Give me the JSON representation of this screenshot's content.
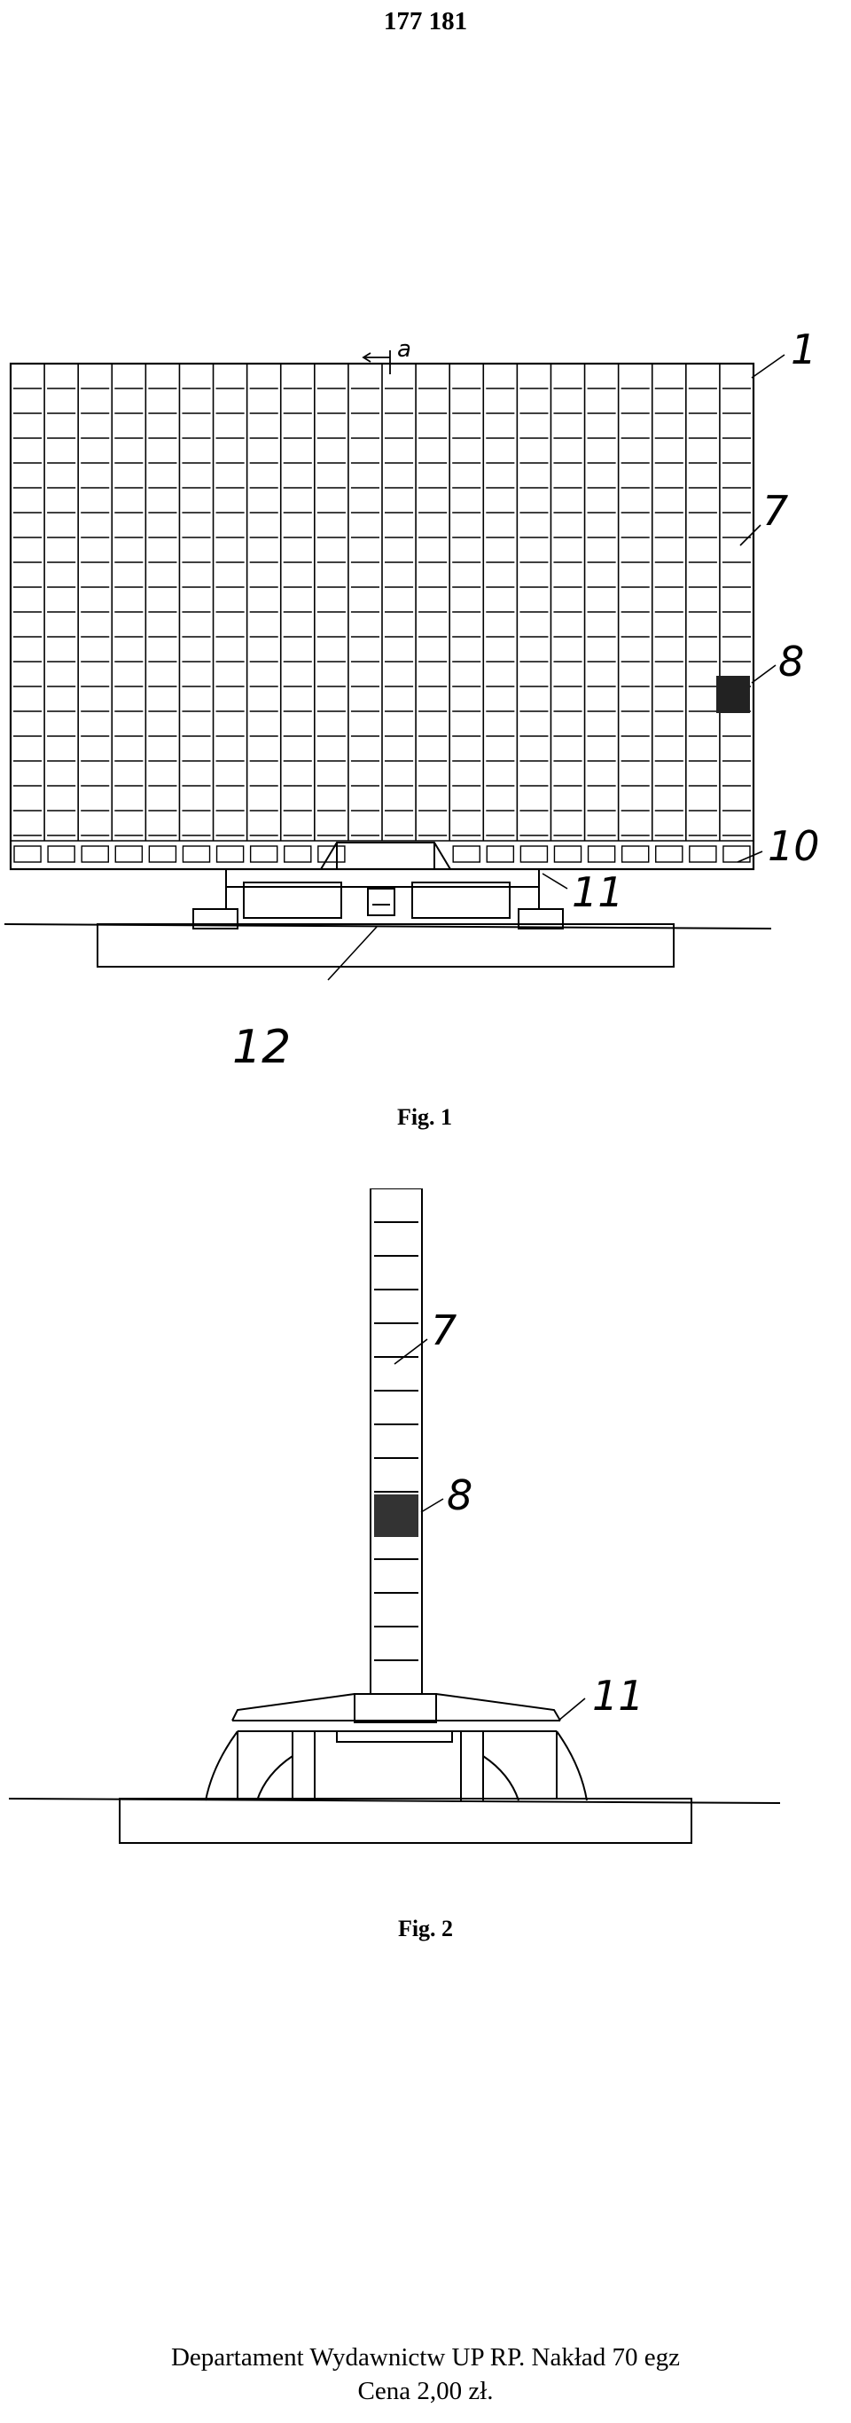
{
  "document": {
    "page_number": "177 181",
    "figures": [
      {
        "caption": "Fig. 1",
        "labels": {
          "l1": "1",
          "l7": "7",
          "l8": "8",
          "l10": "10",
          "l11": "11",
          "l12": "12",
          "section_mark": "a"
        }
      },
      {
        "caption": "Fig. 2",
        "labels": {
          "l7": "7",
          "l8": "8",
          "l11": "11"
        }
      }
    ],
    "footer": {
      "line1": "Departament Wydawnictw UP RP. Nakład 70 egz",
      "line2": "Cena 2,00 zł."
    }
  }
}
